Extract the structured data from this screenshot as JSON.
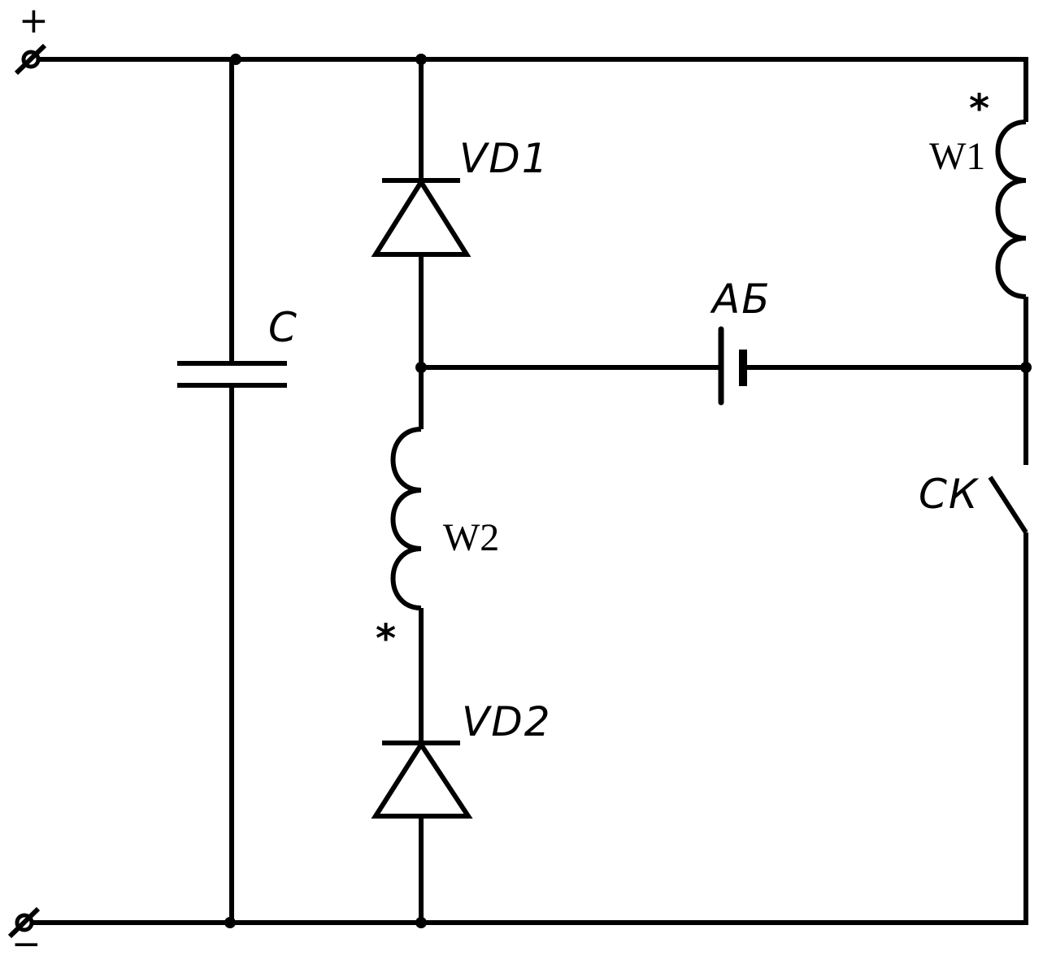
{
  "terminals": {
    "positive_sign": "+",
    "negative_sign": "−"
  },
  "components": {
    "capacitor": "C",
    "diode_1": "VD1",
    "diode_2": "VD2",
    "battery": "АБ",
    "winding_1": "W1",
    "winding_2": "W2",
    "switch": "СК"
  },
  "markers": {
    "winding_1_start": "*",
    "winding_2_start": "*"
  }
}
